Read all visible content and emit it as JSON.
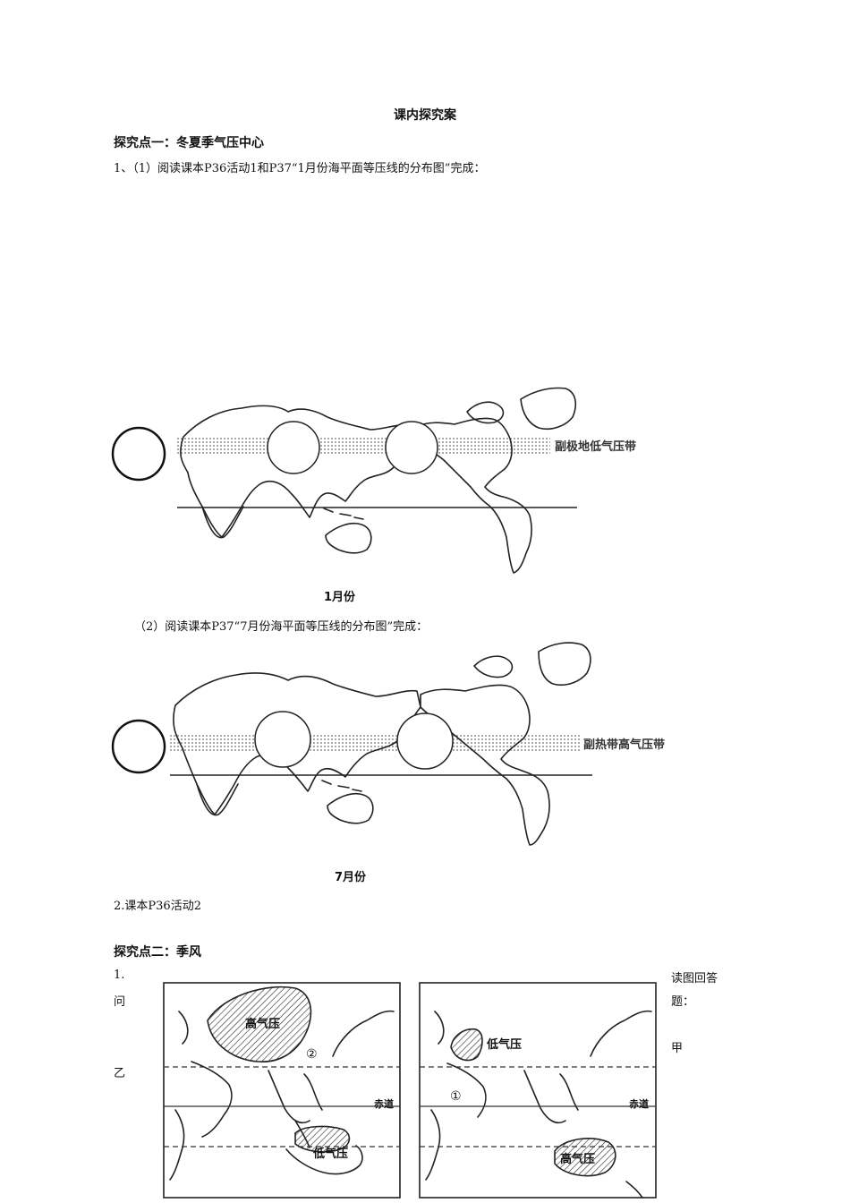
{
  "title": "课内探究案",
  "section1": {
    "heading": "探究点一：冬夏季气压中心",
    "q1_part1": "1、（1）阅读课本P36活动1和P37“1月份海平面等压线的分布图”完成：",
    "map1": {
      "band_label": "副极地低气压带",
      "caption": "1月份"
    },
    "q1_part2": "（2）阅读课本P37“7月份海平面等压线的分布图”完成：",
    "map2": {
      "band_label": "副热带高气压带",
      "caption": "7月份"
    },
    "q2": "2.课本P36活动2"
  },
  "section2": {
    "heading": "探究点二：季风",
    "q1_num": "1.",
    "q1_wen": "问",
    "q1_yi": "乙",
    "q1_right_line1": "读图回答",
    "q1_right_line2": "题：",
    "q1_jia": "甲",
    "map_left": {
      "high_label": "高气压",
      "low_label": "低气压",
      "marker": "②",
      "equator": "赤道"
    },
    "map_right": {
      "low_label": "低气压",
      "high_label": "高气压",
      "marker": "①",
      "equator": "赤道"
    }
  }
}
